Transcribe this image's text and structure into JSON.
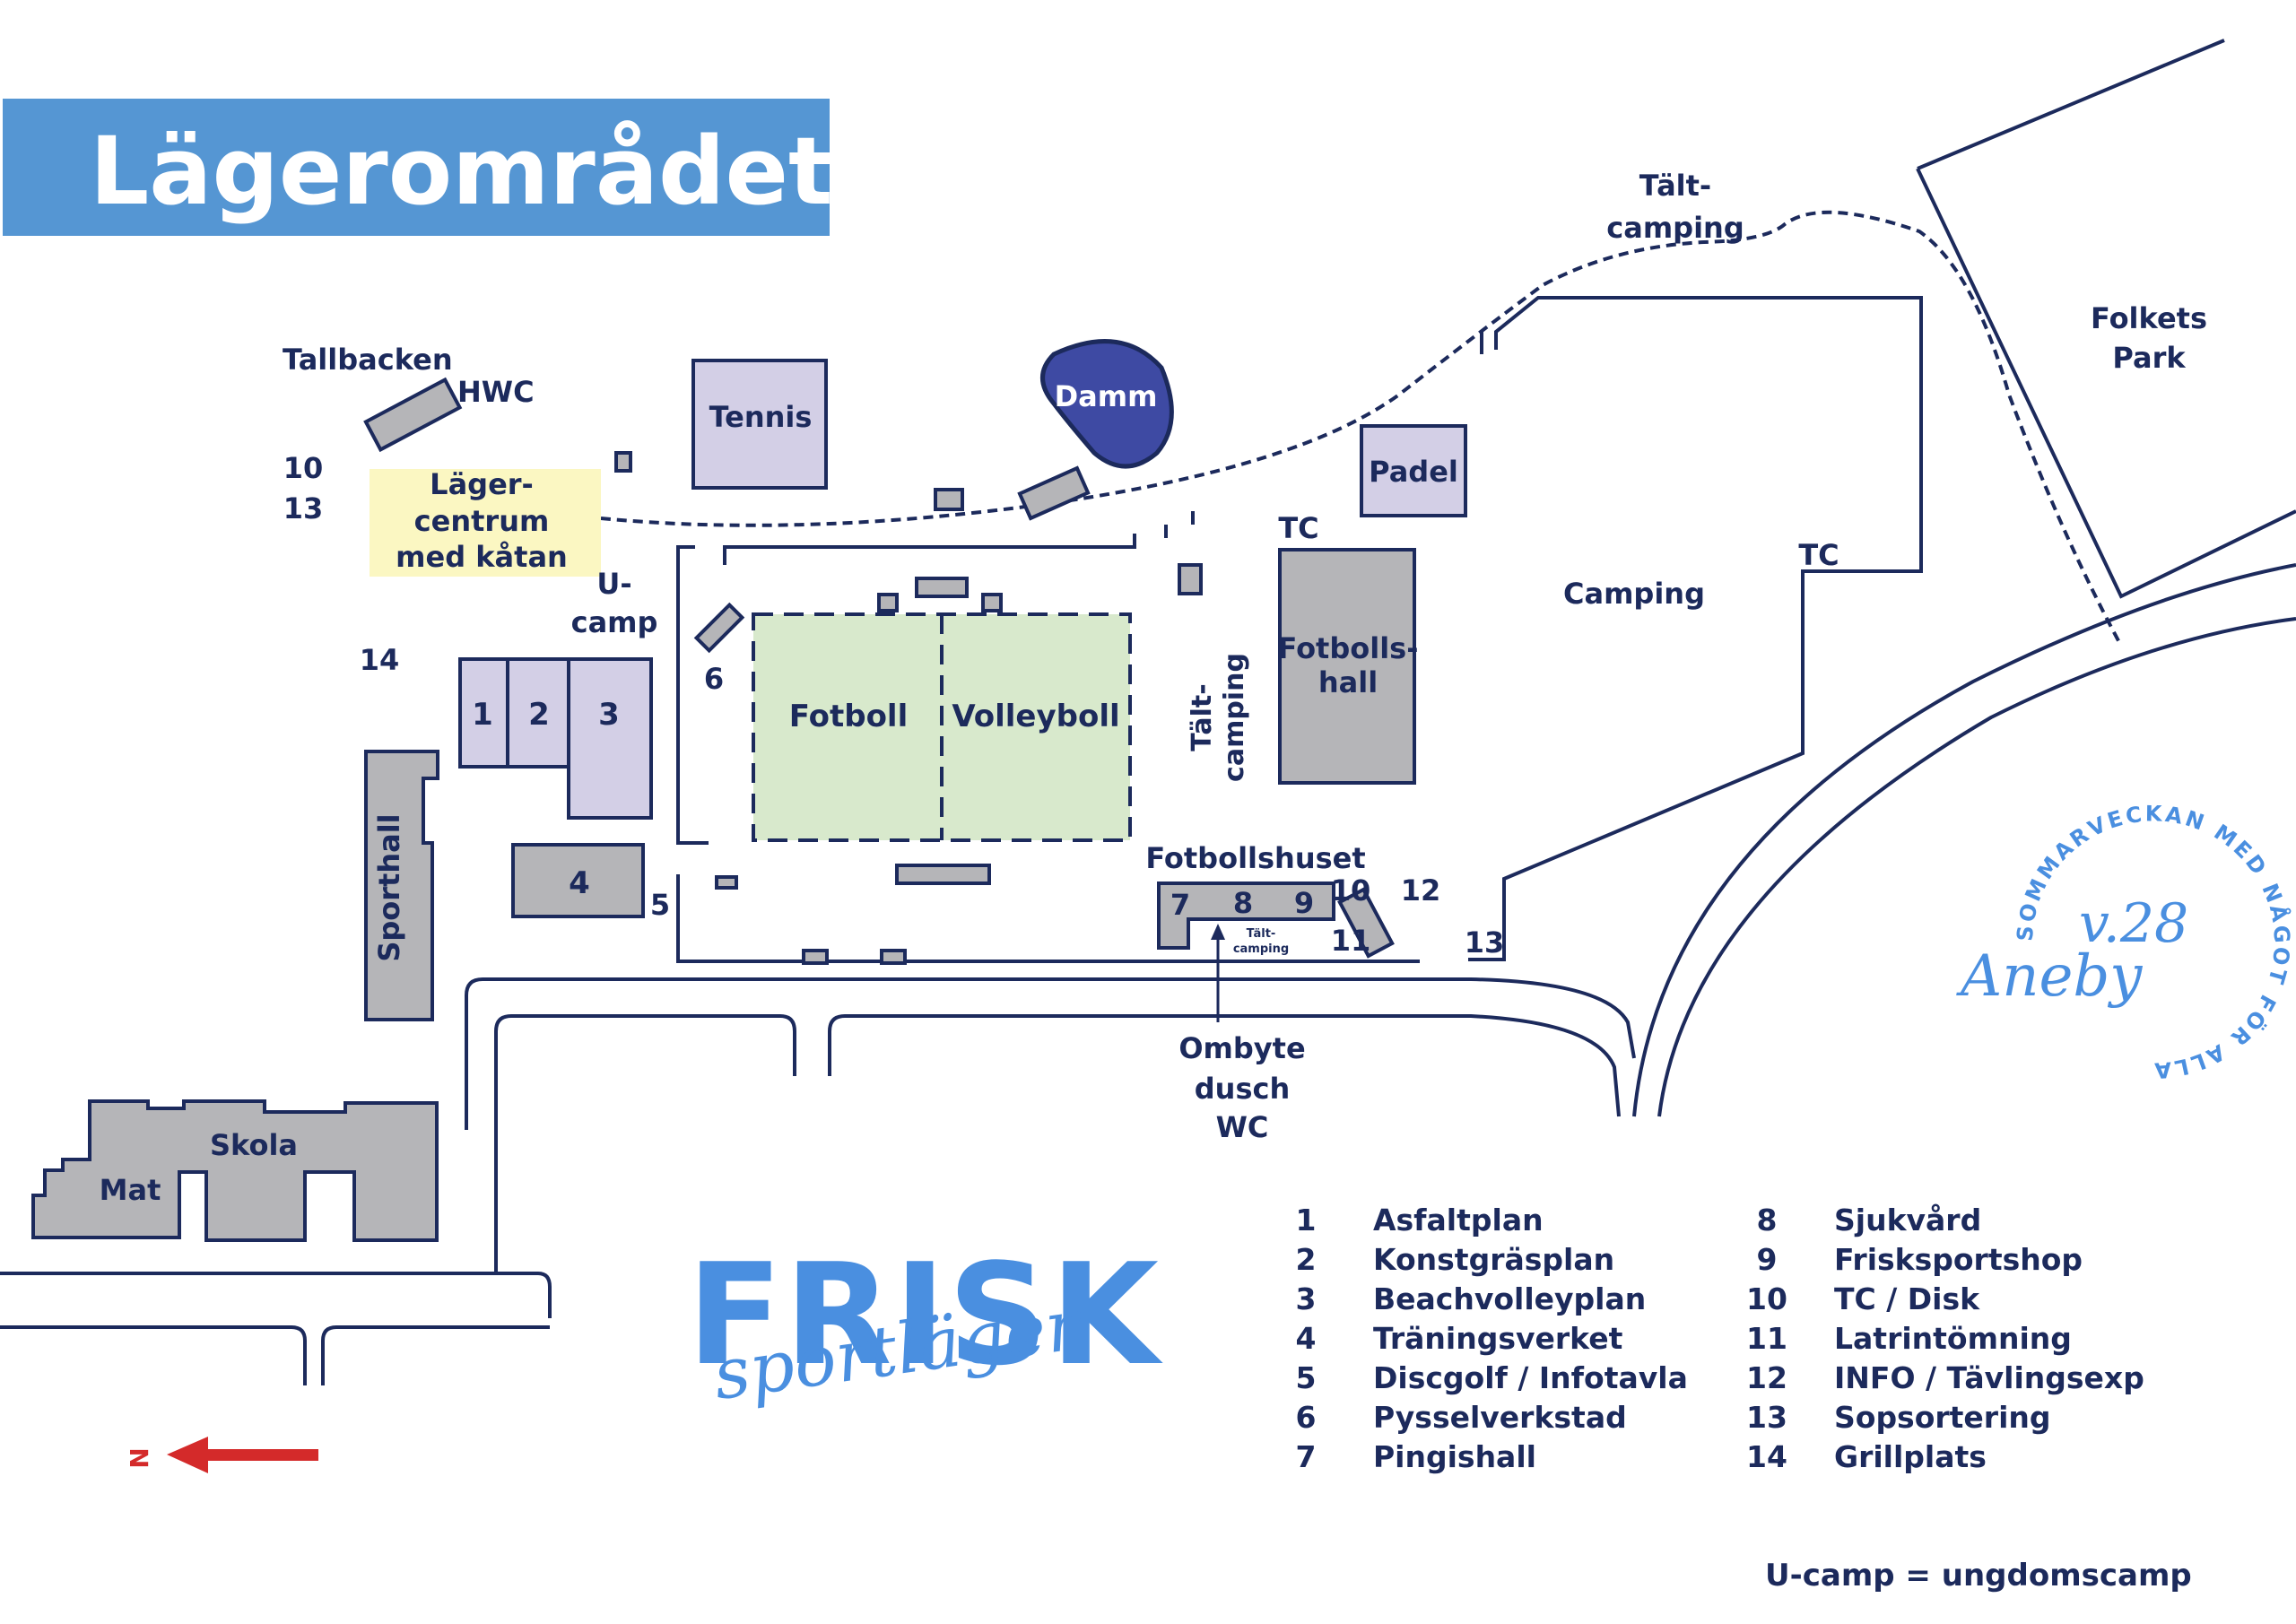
{
  "title": "Lägerområdet",
  "colors": {
    "navy": "#1c2a5c",
    "banner_blue": "#5596d3",
    "field_green": "#d8e9cc",
    "lilac": "#d3cfe6",
    "pale_yellow": "#fbf7c2",
    "building_gray": "#b5b5b8",
    "pond_blue": "#3e4aa3",
    "brand_blue": "#4a8fe0",
    "arrow_red": "#d42a2a"
  },
  "places": {
    "tallbacken": "Tallbacken",
    "hwc": "HWC",
    "tennis": "Tennis",
    "damm": "Damm",
    "talt_camping_top_1": "Tält-",
    "talt_camping_top_2": "camping",
    "folkets_park_1": "Folkets",
    "folkets_park_2": "Park",
    "padel": "Padel",
    "lager_centrum_1": "Läger-",
    "lager_centrum_2": "centrum",
    "lager_centrum_3": "med kåtan",
    "u_camp_1": "U-",
    "u_camp_2": "camp",
    "tc_left": "TC",
    "tc_right": "TC",
    "camping": "Camping",
    "fotboll": "Fotboll",
    "volleyboll": "Volleyboll",
    "talt_camping_mid_1": "Tält-",
    "talt_camping_mid_2": "camping",
    "fotbollshall_1": "Fotbolls-",
    "fotbollshall_2": "hall",
    "fotbollshuset": "Fotbollshuset",
    "talt_camping_small_1": "Tält-",
    "talt_camping_small_2": "camping",
    "ombyte_1": "Ombyte",
    "ombyte_2": "dusch",
    "ombyte_3": "WC",
    "sporthall": "Sporthall",
    "skola": "Skola",
    "mat": "Mat"
  },
  "numbers": {
    "n10_left": "10",
    "n13_left": "13",
    "n14": "14",
    "n1": "1",
    "n2": "2",
    "n3": "3",
    "n4": "4",
    "n5": "5",
    "n6": "6",
    "n7": "7",
    "n8": "8",
    "n9": "9",
    "n10_right": "10",
    "n11": "11",
    "n12": "12",
    "n13_right": "13"
  },
  "compass": {
    "label": "N",
    "icon": "arrow-left-icon"
  },
  "brand": {
    "main": "FRISK",
    "script": "sportläger"
  },
  "stamp": {
    "ring": "SOMMARVECKAN MED NÅGOT FÖR ALLA",
    "week": "v.28",
    "town": "Aneby"
  },
  "legend": {
    "left": [
      {
        "num": "1",
        "text": "Asfaltplan"
      },
      {
        "num": "2",
        "text": "Konstgräsplan"
      },
      {
        "num": "3",
        "text": "Beachvolleyplan"
      },
      {
        "num": "4",
        "text": "Träningsverket"
      },
      {
        "num": "5",
        "text": "Discgolf / Infotavla"
      },
      {
        "num": "6",
        "text": "Pysselverkstad"
      },
      {
        "num": "7",
        "text": "Pingishall"
      }
    ],
    "right": [
      {
        "num": "8",
        "text": "Sjukvård"
      },
      {
        "num": "9",
        "text": "Frisksportshop"
      },
      {
        "num": "10",
        "text": "TC / Disk"
      },
      {
        "num": "11",
        "text": "Latrintömning"
      },
      {
        "num": "12",
        "text": "INFO / Tävlingsexp"
      },
      {
        "num": "13",
        "text": "Sopsortering"
      },
      {
        "num": "14",
        "text": "Grillplats"
      }
    ]
  },
  "footnote": "U-camp = ungdomscamp"
}
